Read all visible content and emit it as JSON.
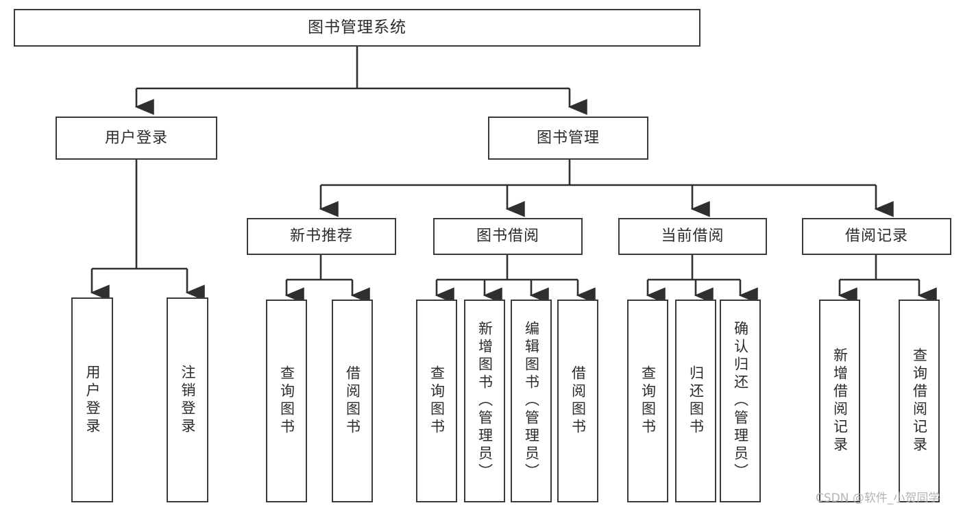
{
  "diagram": {
    "title": "图书管理系统",
    "type": "tree-hierarchy",
    "watermark": "CSDN @软件_小贺同学",
    "colors": {
      "box_border": "#3a3a3a",
      "box_fill": "#ffffff",
      "connector": "#2f2f2f",
      "text": "#2b2b2b",
      "watermark": "#b4b4b4"
    },
    "root": {
      "label": "图书管理系统"
    },
    "level2": [
      {
        "label": "用户登录"
      },
      {
        "label": "图书管理"
      }
    ],
    "level3": [
      {
        "label": "新书推荐"
      },
      {
        "label": "图书借阅"
      },
      {
        "label": "当前借阅"
      },
      {
        "label": "借阅记录"
      }
    ],
    "leaves": {
      "user_login": [
        {
          "label": "用户登录"
        },
        {
          "label": "注销登录"
        }
      ],
      "new_book": [
        {
          "label": "查询图书"
        },
        {
          "label": "借阅图书"
        }
      ],
      "book_borrow": [
        {
          "label": "查询图书"
        },
        {
          "label": "新增图书（管理员）"
        },
        {
          "label": "编辑图书（管理员）"
        },
        {
          "label": "借阅图书"
        }
      ],
      "current_borrow": [
        {
          "label": "查询图书"
        },
        {
          "label": "归还图书"
        },
        {
          "label": "确认归还（管理员）"
        }
      ],
      "borrow_record": [
        {
          "label": "新增借阅记录"
        },
        {
          "label": "查询借阅记录"
        }
      ]
    }
  }
}
